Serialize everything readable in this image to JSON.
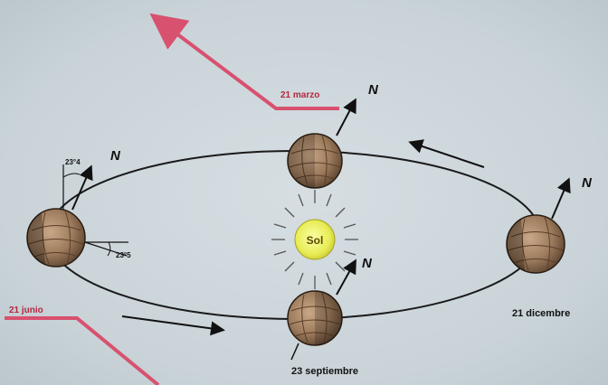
{
  "labels": {
    "sun": "Sol",
    "north": "N",
    "march": "21 marzo",
    "june": "21 junio",
    "september": "23 septiembre",
    "december": "21 dicembre",
    "tilt_angle_1": "23°4",
    "tilt_angle_2": "23°5"
  },
  "colors": {
    "orbit": "#1a1a1a",
    "sun_fill": "#e8ec55",
    "earth": "#9c7a5c",
    "pink_marker": "#d8516f",
    "background": "#cfd8dc"
  },
  "icons": {
    "earth": "earth-globe-icon",
    "sun": "sun-icon",
    "axis": "north-arrow-icon",
    "motion": "direction-arrow-icon"
  }
}
